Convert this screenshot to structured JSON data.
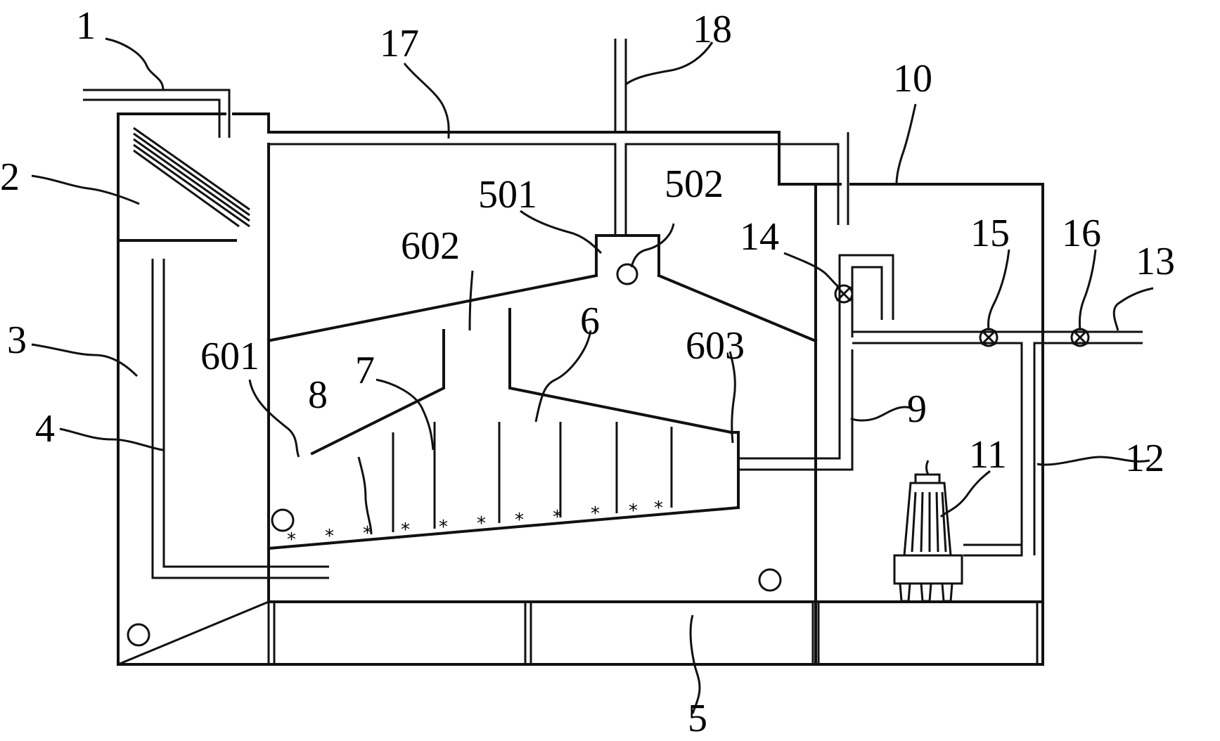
{
  "diagram": {
    "labels": {
      "l1": "1",
      "l2": "2",
      "l3": "3",
      "l4": "4",
      "l5": "5",
      "l6": "6",
      "l7": "7",
      "l8": "8",
      "l9": "9",
      "l10": "10",
      "l11": "11",
      "l12": "12",
      "l13": "13",
      "l14": "14",
      "l15": "15",
      "l16": "16",
      "l17": "17",
      "l18": "18",
      "l501": "501",
      "l502": "502",
      "l601": "601",
      "l602": "602",
      "l603": "603"
    }
  }
}
